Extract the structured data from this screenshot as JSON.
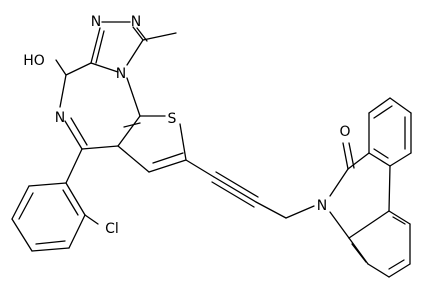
{
  "molecule": {
    "atom_labels": {
      "n_triazole_top_left": "N",
      "n_triazole_top_right": "N",
      "n_triazole_bridge": "N",
      "oh": "HO",
      "n_imine": "N",
      "s_thiophene": "S",
      "o_carbonyl": "O",
      "n_lactam": "N",
      "cl": "Cl"
    },
    "colors": {
      "bond": "#000000",
      "text": "#000000",
      "background": "#ffffff"
    }
  }
}
